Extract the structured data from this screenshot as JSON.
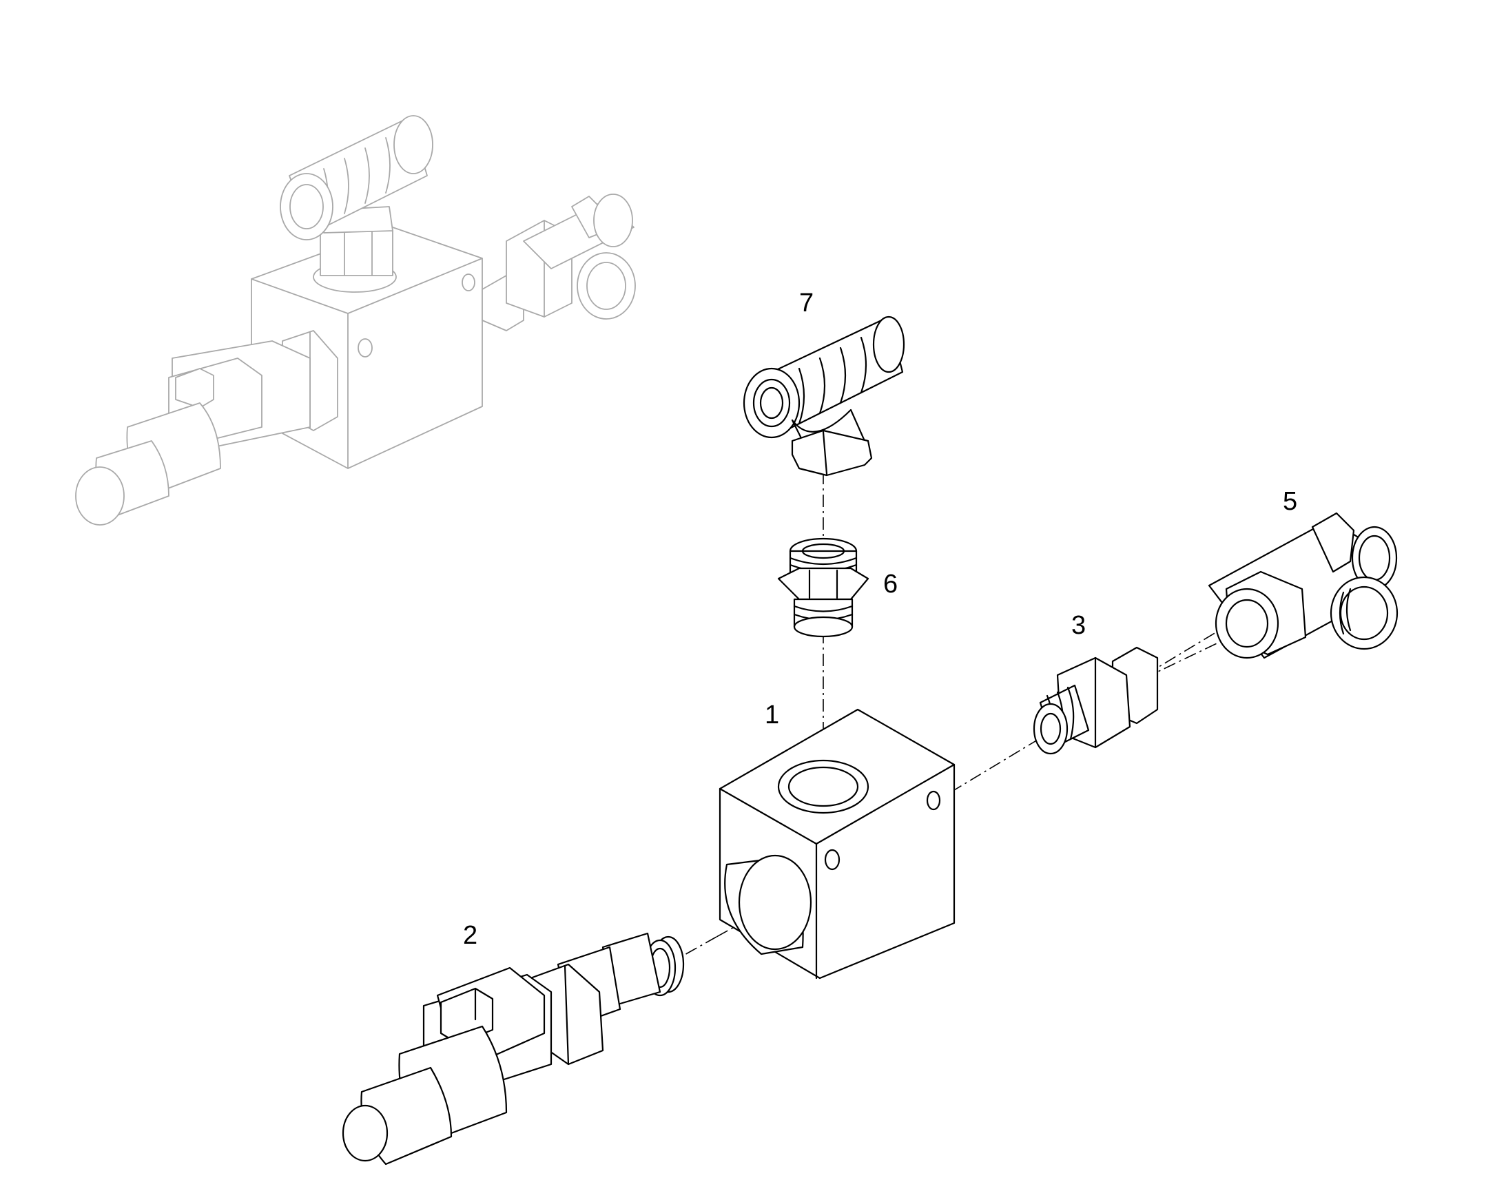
{
  "callouts": {
    "block": "1",
    "solenoid_valve": "2",
    "adapter": "3",
    "swivel_tee": "5",
    "straight_fitting": "6",
    "hose_tee": "7"
  },
  "colors": {
    "line": "#000000",
    "ghost_line": "#a9a9a9",
    "background": "#ffffff"
  }
}
